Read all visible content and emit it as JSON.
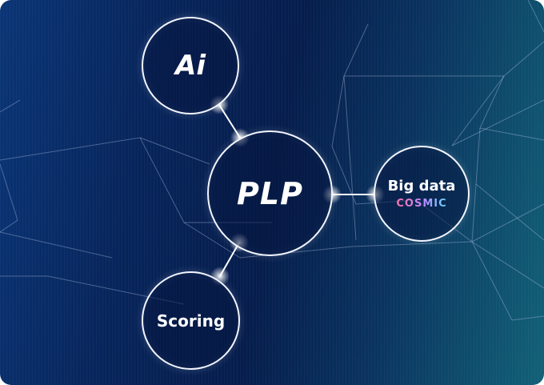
{
  "nodes": {
    "ai": "Ai",
    "plp": "PLP",
    "big_data": "Big data",
    "cosmic": "COSMIC",
    "scoring": "Scoring"
  },
  "colors": {
    "background_dark": "#061d4c",
    "background_left": "#0a3576",
    "background_right": "#126177",
    "node_border": "#f3f6ff",
    "cosmic_gradient": [
      "#ff6fa8",
      "#b78cff",
      "#63d8ff"
    ]
  }
}
